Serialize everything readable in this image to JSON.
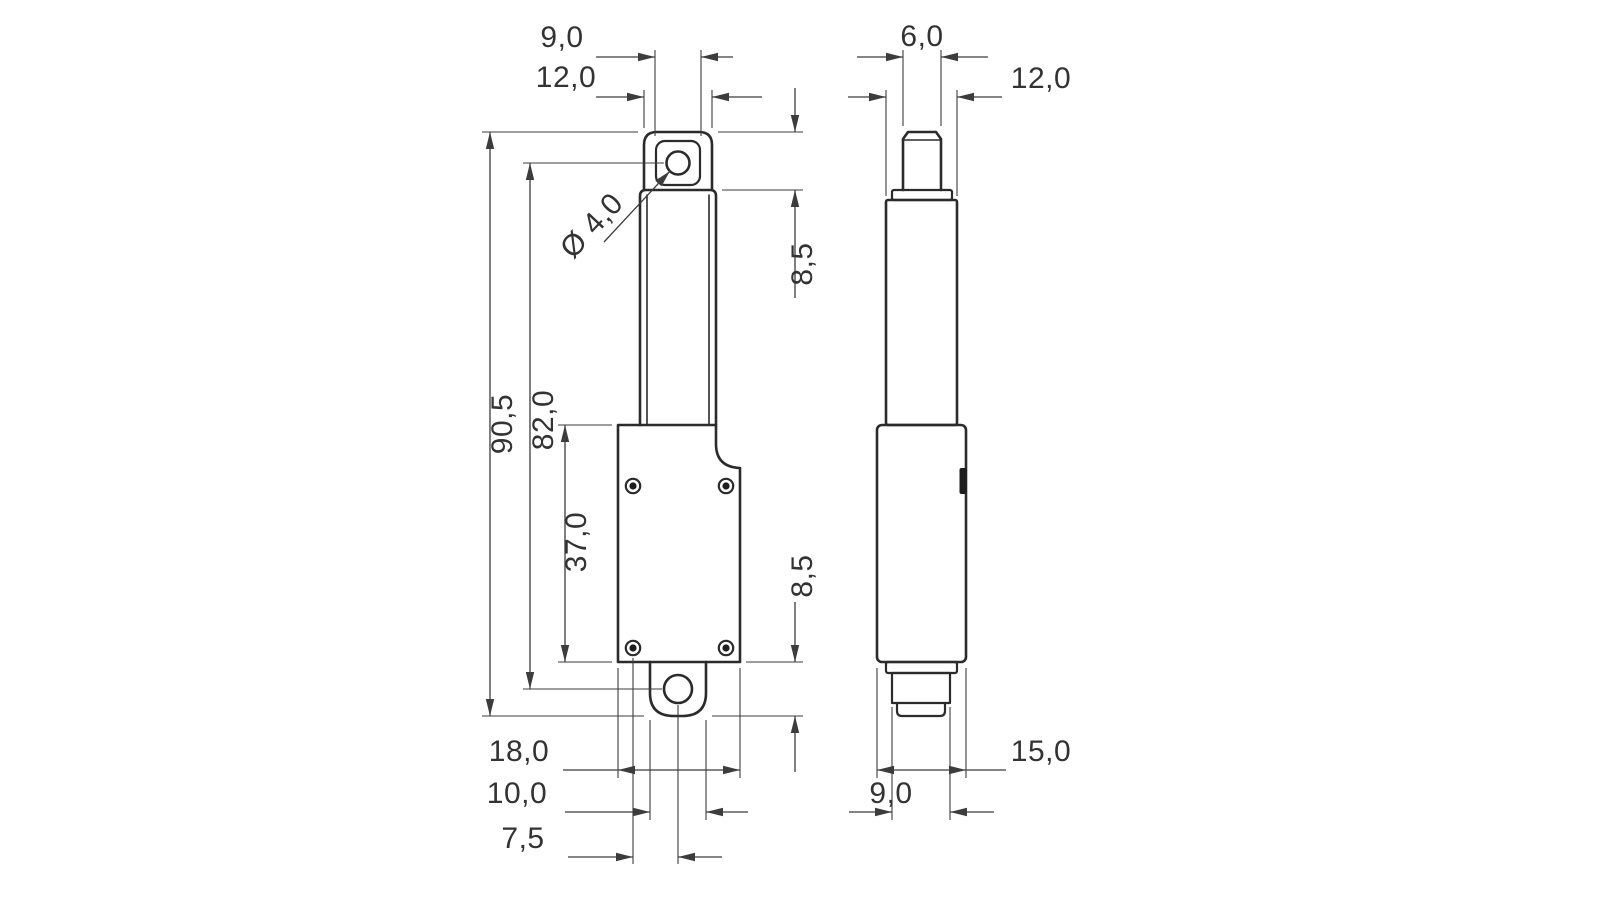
{
  "front_view": {
    "pin_width": "9,0",
    "clevis_width": "12,0",
    "clevis_height": "8,5",
    "overall_length": "90,5",
    "hole_spacing": "82,0",
    "body_length": "37,0",
    "mount_height": "8,5",
    "body_width": "18,0",
    "mount_width": "10,0",
    "hole_offset": "7,5",
    "hole_diameter": "Ø 4,0"
  },
  "side_view": {
    "rod_width": "6,0",
    "tube_width": "12,0",
    "body_depth": "15,0",
    "mount_depth": "9,0"
  }
}
